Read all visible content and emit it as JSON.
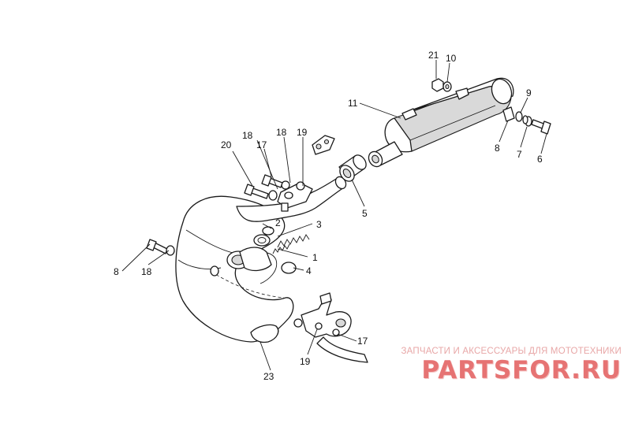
{
  "callouts": [
    {
      "id": "c21a",
      "text": "21"
    },
    {
      "id": "c10",
      "text": "10"
    },
    {
      "id": "c11",
      "text": "11"
    },
    {
      "id": "c9",
      "text": "9"
    },
    {
      "id": "c8a",
      "text": "8"
    },
    {
      "id": "c7",
      "text": "7"
    },
    {
      "id": "c6",
      "text": "6"
    },
    {
      "id": "c18a",
      "text": "18"
    },
    {
      "id": "c18b",
      "text": "18"
    },
    {
      "id": "c19a",
      "text": "19"
    },
    {
      "id": "c17a",
      "text": "17"
    },
    {
      "id": "c20",
      "text": "20"
    },
    {
      "id": "c5",
      "text": "5"
    },
    {
      "id": "c2",
      "text": "2"
    },
    {
      "id": "c3",
      "text": "3"
    },
    {
      "id": "c1",
      "text": "1"
    },
    {
      "id": "c4",
      "text": "4"
    },
    {
      "id": "c8b",
      "text": "8"
    },
    {
      "id": "c18c",
      "text": "18"
    },
    {
      "id": "c17b",
      "text": "17"
    },
    {
      "id": "c19b",
      "text": "19"
    },
    {
      "id": "c23",
      "text": "23"
    }
  ],
  "watermark": {
    "subtitle": "ЗАПЧАСТИ И АКСЕССУАРЫ ДЛЯ МОТОТЕХНИКИ",
    "brand": "PARTSFOR.RU"
  }
}
